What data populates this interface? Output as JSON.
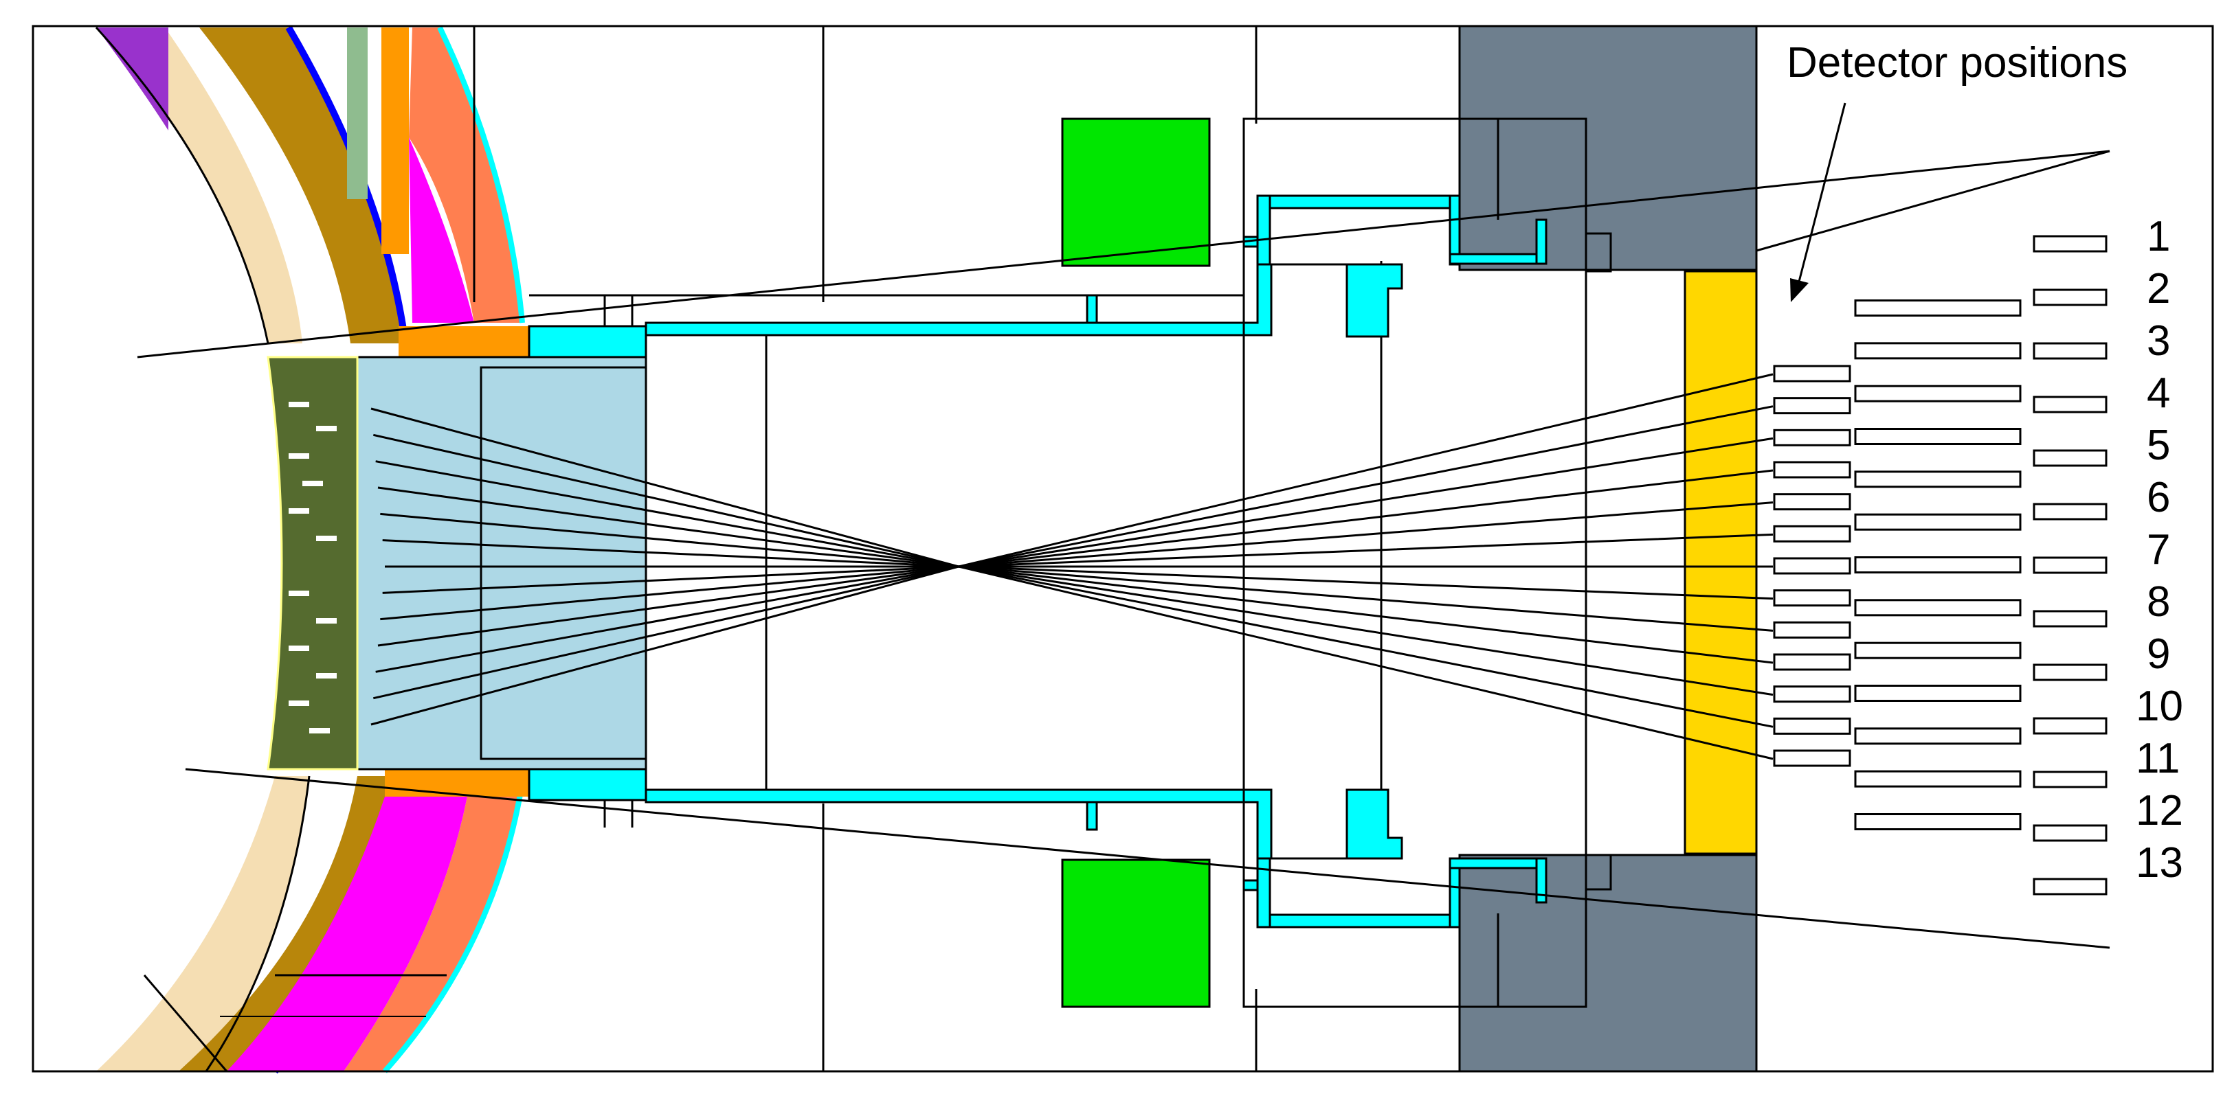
{
  "diagram": {
    "annotation": "Detector positions",
    "detector_numbers": [
      "1",
      "2",
      "3",
      "4",
      "5",
      "6",
      "7",
      "8",
      "9",
      "10",
      "11",
      "12",
      "13"
    ]
  },
  "colors": {
    "steel_gray": "#6e7f8e",
    "yellow_block": "#ffd700",
    "green_coil": "#00e600",
    "cyan_liner": "#00ffff",
    "light_blue_plug": "#add8e6",
    "dark_green_blanket": "#556b2f",
    "wheat": "#f5deb3",
    "dark_goldenrod": "#b8860b",
    "orange": "#ff9900",
    "coral": "#ff7f50",
    "magenta": "#ff00ff",
    "purple": "#9932cc",
    "blue": "#0000ff",
    "sage": "#8fbc8f"
  }
}
